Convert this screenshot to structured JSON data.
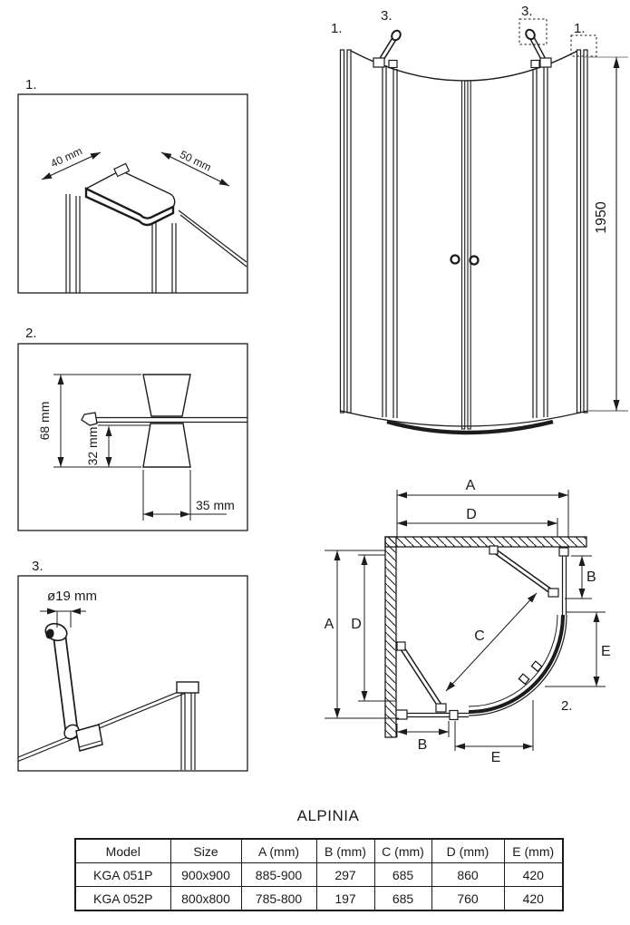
{
  "title": "ALPINIA",
  "details": {
    "d1": {
      "callout": "1.",
      "dim_40": "40 mm",
      "dim_50": "50 mm"
    },
    "d2": {
      "callout": "2.",
      "dim_68": "68 mm",
      "dim_32": "32 mm",
      "dim_35": "35 mm"
    },
    "d3": {
      "callout": "3.",
      "dim_19": "ø19 mm"
    }
  },
  "front_view": {
    "callout_left_wall": "1.",
    "callout_left_arm": "3.",
    "callout_right_arm": "3.",
    "callout_right_wall": "1.",
    "height_dim": "1950"
  },
  "plan_view": {
    "dim_a_top": "A",
    "dim_d_top": "D",
    "dim_a_left": "A",
    "dim_d_left": "D",
    "dim_b_right": "B",
    "dim_e_right": "E",
    "dim_c": "C",
    "dim_b_bottom": "B",
    "dim_e_bottom": "E",
    "callout_seal": "2."
  },
  "table": {
    "headers": [
      "Model",
      "Size",
      "A (mm)",
      "B (mm)",
      "C (mm)",
      "D (mm)",
      "E (mm)"
    ],
    "rows": [
      [
        "KGA 051P",
        "900x900",
        "885-900",
        "297",
        "685",
        "860",
        "420"
      ],
      [
        "KGA 052P",
        "800x800",
        "785-800",
        "197",
        "685",
        "760",
        "420"
      ]
    ]
  }
}
